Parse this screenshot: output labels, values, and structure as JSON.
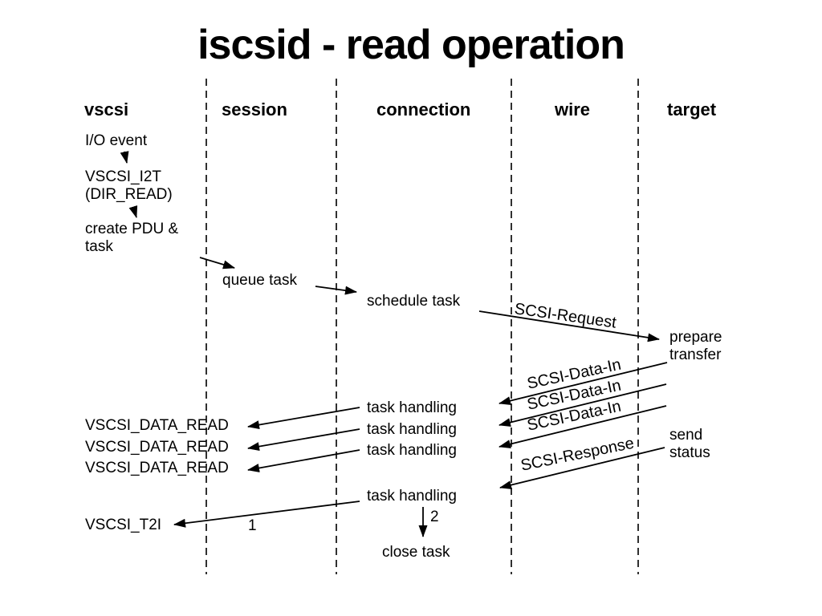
{
  "title": "iscsid - read operation",
  "columns": [
    {
      "label": "vscsi"
    },
    {
      "label": "session"
    },
    {
      "label": "connection"
    },
    {
      "label": "wire"
    },
    {
      "label": "target"
    }
  ],
  "vscsi": {
    "io_event": "I/O event",
    "vscsi_i2t": "VSCSI_I2T",
    "dir_read": "(DIR_READ)",
    "create_pdu": "create PDU &\ntask",
    "data_read": [
      "VSCSI_DATA_READ",
      "VSCSI_DATA_READ",
      "VSCSI_DATA_READ"
    ],
    "t2i": "VSCSI_T2I"
  },
  "session": {
    "queue_task": "queue task"
  },
  "connection": {
    "schedule_task": "schedule task",
    "task_handling": [
      "task handling",
      "task handling",
      "task handling",
      "task handling"
    ],
    "close_task": "close task"
  },
  "wire": {
    "scsi_request": "SCSI-Request",
    "scsi_data_in": [
      "SCSI-Data-In",
      "SCSI-Data-In",
      "SCSI-Data-In"
    ],
    "scsi_response": "SCSI-Response"
  },
  "target": {
    "prepare_transfer": "prepare\ntransfer",
    "send_status": "send\nstatus"
  },
  "annotations": {
    "step_1": "1",
    "step_2": "2"
  },
  "colors": {
    "text": "#000000",
    "line": "#000000",
    "background": "#ffffff"
  }
}
